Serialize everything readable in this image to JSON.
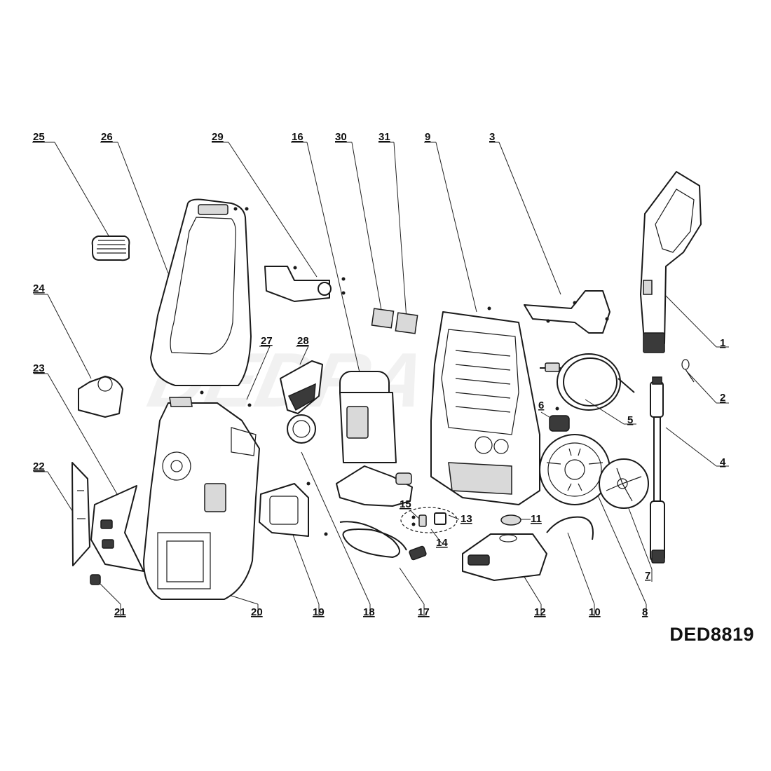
{
  "model": "DED8819",
  "watermark": "DEDRA",
  "callouts": [
    {
      "id": "c1",
      "label": "1"
    },
    {
      "id": "c2",
      "label": "2"
    },
    {
      "id": "c3",
      "label": "3"
    },
    {
      "id": "c4",
      "label": "4"
    },
    {
      "id": "c5",
      "label": "5"
    },
    {
      "id": "c6",
      "label": "6"
    },
    {
      "id": "c7",
      "label": "7"
    },
    {
      "id": "c8",
      "label": "8"
    },
    {
      "id": "c9",
      "label": "9"
    },
    {
      "id": "c10",
      "label": "10"
    },
    {
      "id": "c11",
      "label": "11"
    },
    {
      "id": "c12",
      "label": "12"
    },
    {
      "id": "c13",
      "label": "13"
    },
    {
      "id": "c14",
      "label": "14"
    },
    {
      "id": "c15",
      "label": "15"
    },
    {
      "id": "c16",
      "label": "16"
    },
    {
      "id": "c17",
      "label": "17"
    },
    {
      "id": "c18",
      "label": "18"
    },
    {
      "id": "c19",
      "label": "19"
    },
    {
      "id": "c20",
      "label": "20"
    },
    {
      "id": "c21",
      "label": "21"
    },
    {
      "id": "c22",
      "label": "22"
    },
    {
      "id": "c23",
      "label": "23"
    },
    {
      "id": "c24",
      "label": "24"
    },
    {
      "id": "c25",
      "label": "25"
    },
    {
      "id": "c26",
      "label": "26"
    },
    {
      "id": "c27",
      "label": "27"
    },
    {
      "id": "c28",
      "label": "28"
    },
    {
      "id": "c29",
      "label": "29"
    },
    {
      "id": "c30",
      "label": "30"
    },
    {
      "id": "c31",
      "label": "31"
    }
  ]
}
